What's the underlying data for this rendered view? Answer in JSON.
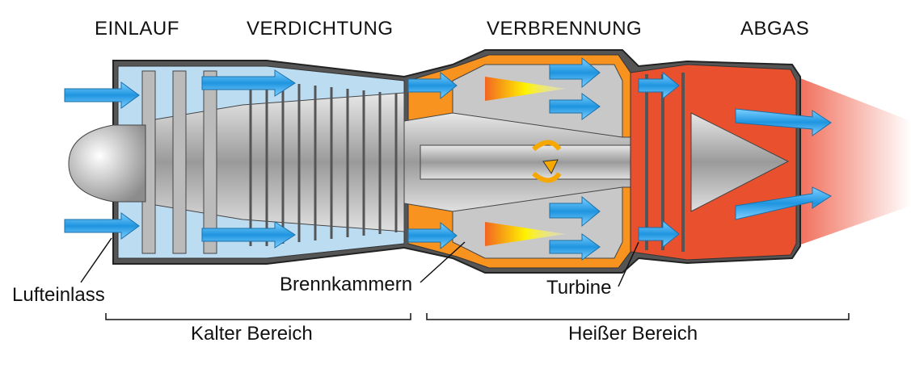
{
  "sections": {
    "inlet": "EINLAUF",
    "compression": "VERDICHTUNG",
    "combustion": "VERBRENNUNG",
    "exhaust": "ABGAS"
  },
  "callouts": {
    "air_inlet": "Lufteinlass",
    "combustion_chambers": "Brennkammern",
    "turbine": "Turbine"
  },
  "zones": {
    "cold": "Kalter Bereich",
    "hot": "Heißer Bereich"
  },
  "colors": {
    "compressor_blue": "#bcdcf2",
    "arrow_blue": "#2a9be0",
    "combustion_orange": "#f7931e",
    "exhaust_red": "#e8502e",
    "metal_gray": "#a8a8a8"
  }
}
